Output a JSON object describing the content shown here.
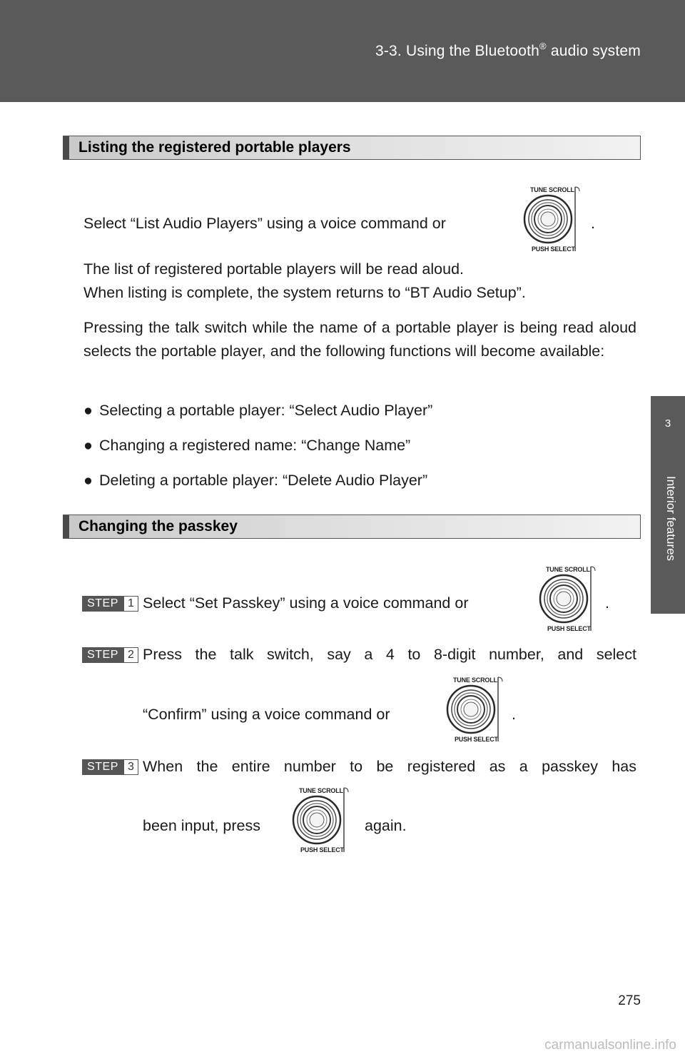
{
  "header": {
    "title": "3-3. Using the Bluetooth",
    "title_reg": "®",
    "title_tail": " audio system"
  },
  "side_tab": {
    "number": "3",
    "label": "Interior features"
  },
  "knob": {
    "top_label": "TUNE SCROLL",
    "bottom_label": "PUSH SELECT"
  },
  "section1": {
    "heading": "Listing the registered portable players",
    "select_text": "Select “List Audio Players” using a voice command or",
    "select_period": ".",
    "para1_line1": "The list of registered portable players will be read aloud.",
    "para1_line2": "When listing is complete, the system returns to “BT Audio Setup”.",
    "para2": "Pressing the talk switch while the name of a portable player is being read aloud selects the portable player, and the following functions will become available:",
    "bullets": [
      "Selecting a portable player: “Select Audio Player”",
      "Changing a registered name: “Change Name”",
      "Deleting a portable player: “Delete Audio Player”"
    ],
    "bullet_symbol": "●"
  },
  "section2": {
    "heading": "Changing the passkey",
    "step_label": "STEP",
    "steps": [
      {
        "num": "1",
        "text": "Select “Set Passkey” using a voice command or",
        "tail": "."
      },
      {
        "num": "2",
        "text": "Press the talk switch, say a 4 to 8-digit number, and select",
        "line2": "“Confirm” using a voice command or",
        "tail": "."
      },
      {
        "num": "3",
        "text": "When the entire number to be registered as a passkey has",
        "line2": "been input, press",
        "tail": "again."
      }
    ]
  },
  "page_number": "275",
  "watermark": "carmanualsonline.info"
}
